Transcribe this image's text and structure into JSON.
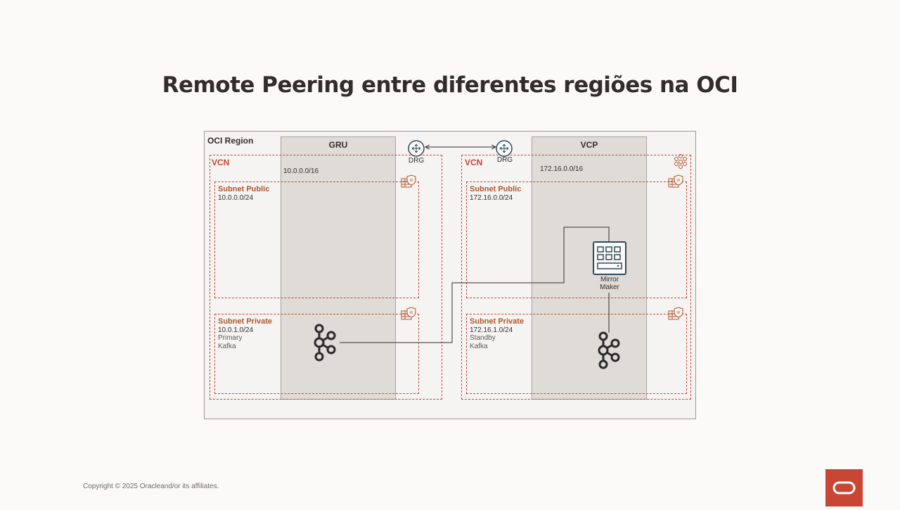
{
  "title": "Remote Peering entre diferentes regiões na OCI",
  "region_label": "OCI Region",
  "regions": [
    {
      "ad_label": "GRU",
      "vcn_label": "VCN",
      "vcn_cidr": "10.0.0.0/16",
      "drg_label": "DRG",
      "public_subnet": {
        "name": "Subnet Public",
        "cidr": "10.0.0.0/24"
      },
      "private_subnet": {
        "name": "Subnet Private",
        "cidr": "10.0.1.0/24",
        "role": "Primary",
        "service": "Kafka"
      }
    },
    {
      "ad_label": "VCP",
      "vcn_label": "VCN",
      "vcn_cidr": "172.16.0.0/16",
      "drg_label": "DRG",
      "public_subnet": {
        "name": "Subnet Public",
        "cidr": "172.16.0.0/24"
      },
      "private_subnet": {
        "name": "Subnet Private",
        "cidr": "172.16.1.0/24",
        "role": "Standby",
        "service": "Kafka"
      }
    }
  ],
  "mirror_maker": {
    "line1": "Mirror",
    "line2": "Maker"
  },
  "copyright": "Copyright © 2025 Oracleand/or its affiliates.",
  "icons": {
    "router": "drg-router-icon",
    "security_list": "security-list-icon",
    "kafka": "kafka-icon",
    "mirror_maker": "compute-instance-icon",
    "network": "network-icon"
  },
  "colors": {
    "accent": "#c74634",
    "subnet_label": "#ae562c",
    "text": "#312d2a",
    "ad_fill": "#dfdcd8",
    "icon": "#2a2a2a"
  }
}
